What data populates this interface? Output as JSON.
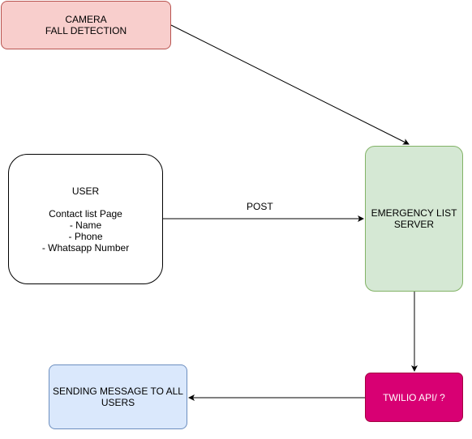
{
  "nodes": {
    "camera": {
      "text": "CAMERA\nFALL DETECTION",
      "fill": "#f8cecc",
      "stroke": "#b85450"
    },
    "user": {
      "text": "USER\n\nContact list Page\n- Name\n- Phone\n- Whatsapp Number",
      "fill": "#ffffff",
      "stroke": "#000000"
    },
    "server": {
      "text": "EMERGENCY LIST\nSERVER",
      "fill": "#d5e8d4",
      "stroke": "#82b366"
    },
    "twilio": {
      "text": "TWILIO API/ ?",
      "fill": "#d80073",
      "stroke": "#a50040",
      "text_color": "#ffffff"
    },
    "sending": {
      "text": "SENDING MESSAGE TO ALL\nUSERS",
      "fill": "#dae8fc",
      "stroke": "#6c8ebf"
    }
  },
  "edges": {
    "user_to_server": {
      "label": "POST"
    }
  }
}
